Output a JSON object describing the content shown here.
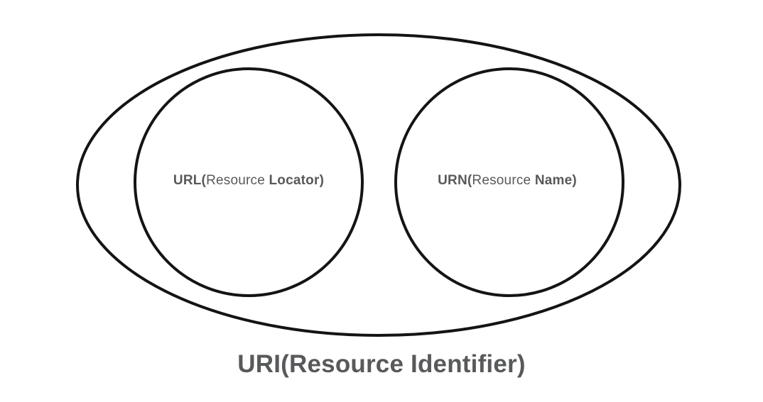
{
  "diagram": {
    "title": "URI(Resource Identifier)",
    "left_circle_label": {
      "bold_prefix": "URL(",
      "regular_middle": "Resource ",
      "bold_suffix": "Locator)"
    },
    "right_circle_label": {
      "bold_prefix": "URN(",
      "regular_middle": "Resource ",
      "bold_suffix": "Name)"
    },
    "colors": {
      "shape_stroke": "#141414",
      "text": "#58595b",
      "background": "#ffffff"
    }
  }
}
